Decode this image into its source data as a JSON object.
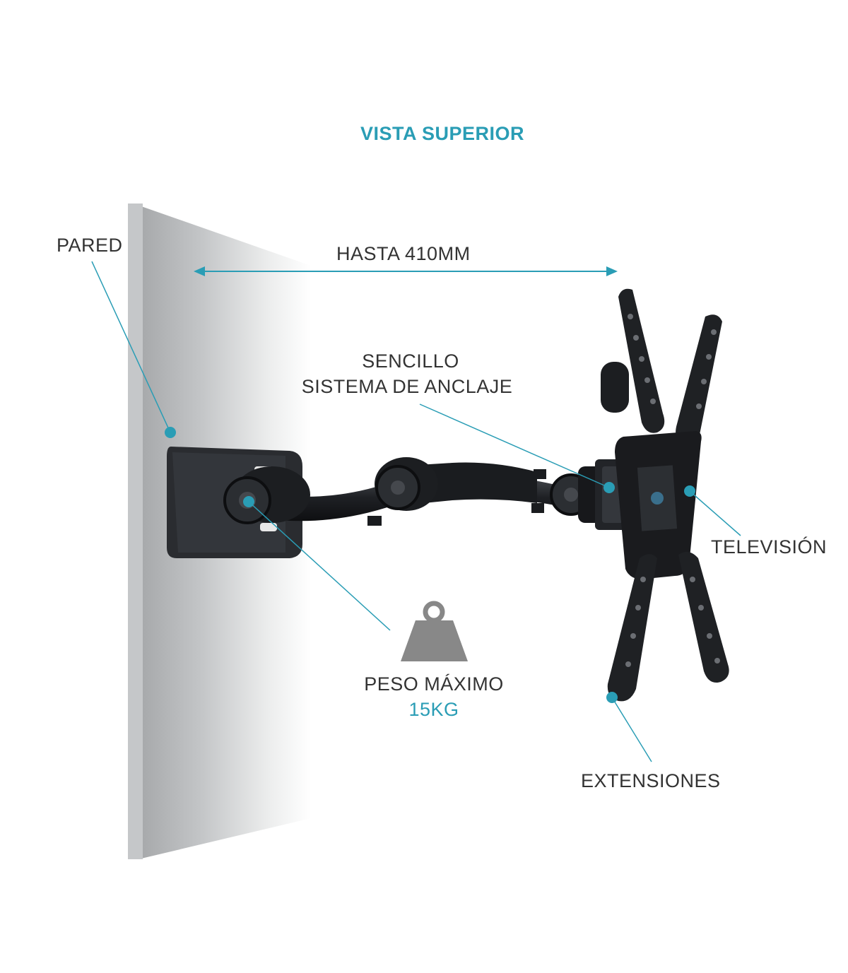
{
  "title": "VISTA SUPERIOR",
  "labels": {
    "wall": "PARED",
    "distance": "HASTA 410MM",
    "anchor_line1": "SENCILLO",
    "anchor_line2": "SISTEMA DE ANCLAJE",
    "tv": "TELEVISIÓN",
    "weight_label": "PESO MÁXIMO",
    "weight_value": "15KG",
    "extensions": "EXTENSIONES"
  },
  "colors": {
    "accent": "#2a9db5",
    "text": "#333333",
    "metal": "#1b1d20",
    "wall_light": "#ffffff",
    "wall_dark": "#a9abad",
    "weight_icon": "#888888"
  },
  "icons": {
    "weight": "weight-icon"
  }
}
